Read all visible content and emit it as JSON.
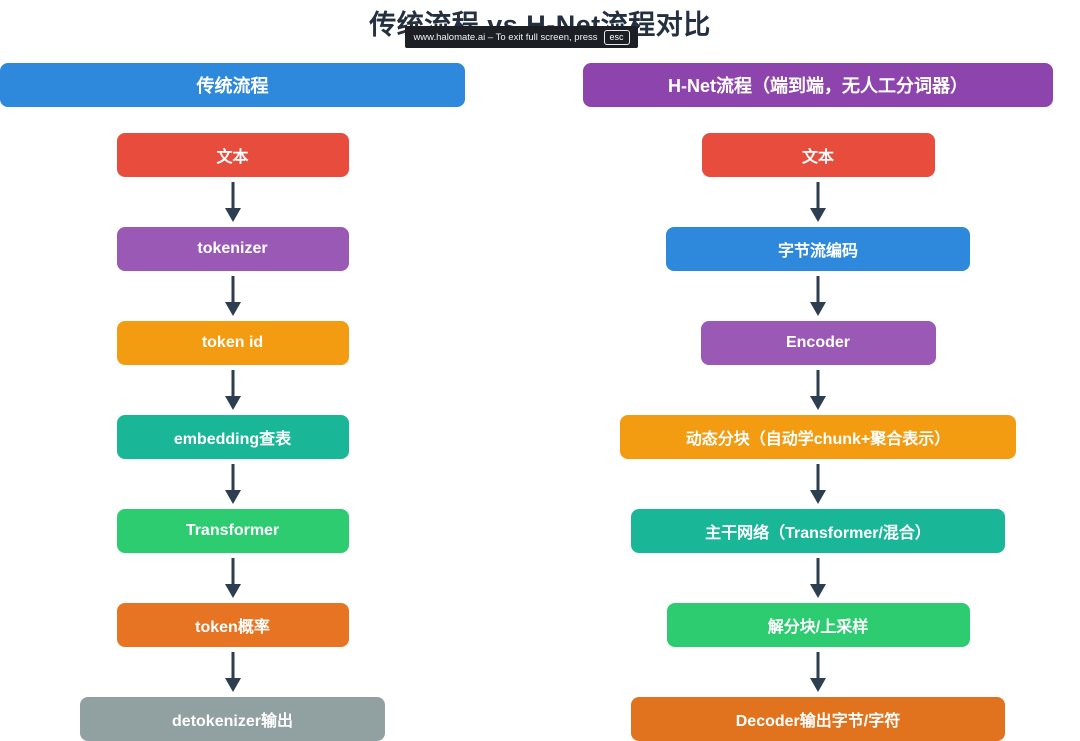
{
  "page": {
    "title": "传统流程 vs H-Net流程对比"
  },
  "fullscreen_toast": {
    "message": "www.halomate.ai – To exit full screen, press",
    "key": "esc"
  },
  "flow": {
    "arrow_color": "#2c3e50",
    "left": {
      "header": {
        "label": "传统流程",
        "color": "#2e89dd"
      },
      "steps": [
        {
          "label": "文本",
          "color": "#e74c3c"
        },
        {
          "label": "tokenizer",
          "color": "#9b59b6"
        },
        {
          "label": "token id",
          "color": "#f39c12"
        },
        {
          "label": "embedding查表",
          "color": "#19b698"
        },
        {
          "label": "Transformer",
          "color": "#2ecc71"
        },
        {
          "label": "token概率",
          "color": "#e67422"
        },
        {
          "label": "detokenizer输出",
          "color": "#91a1a2"
        }
      ]
    },
    "right": {
      "header": {
        "label": "H-Net流程（端到端，无人工分词器）",
        "color": "#8e44ad"
      },
      "steps": [
        {
          "label": "文本",
          "color": "#e74c3c"
        },
        {
          "label": "字节流编码",
          "color": "#2e89dd"
        },
        {
          "label": "Encoder",
          "color": "#9b59b6"
        },
        {
          "label": "动态分块（自动学chunk+聚合表示）",
          "color": "#f39c12"
        },
        {
          "label": "主干网络（Transformer/混合）",
          "color": "#19b698"
        },
        {
          "label": "解分块/上采样",
          "color": "#2ecc71"
        },
        {
          "label": "Decoder输出字节/字符",
          "color": "#e1731f"
        }
      ]
    }
  }
}
